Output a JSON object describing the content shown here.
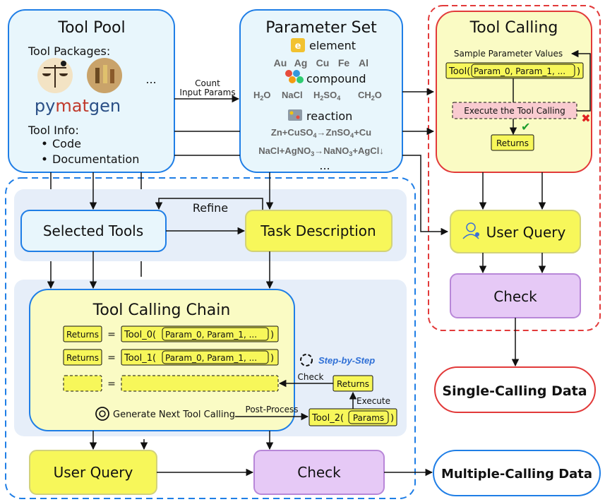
{
  "tool_pool": {
    "title": "Tool Pool",
    "packages_label": "Tool Packages:",
    "ellipsis": "...",
    "pymatgen_py": "py",
    "pymatgen_mat": "mat",
    "pymatgen_gen": "gen",
    "info_label": "Tool Info:",
    "info_items": [
      "Code",
      "Documentation"
    ]
  },
  "count_label": [
    "Count",
    "Input Params"
  ],
  "parameter_set": {
    "title": "Parameter Set",
    "element_label": "element",
    "elements": [
      "Au",
      "Ag",
      "Cu",
      "Fe",
      "Al"
    ],
    "compound_label": "compound",
    "compounds": [
      "H2O",
      "NaCl",
      "H2SO4",
      "CH2O"
    ],
    "reaction_label": "reaction",
    "reaction_1": "Zn+CuSO4→ZnSO4+Cu",
    "reaction_2": "NaCl+AgNO3→NaNO3+AgCl↓",
    "ellipsis": "..."
  },
  "tool_calling": {
    "title": "Tool Calling",
    "sample_label": "Sample Parameter Values",
    "tool_call": "Tool(",
    "tool_params": "Param_0, Param_1, ...",
    "tool_close": ")",
    "execute_label": "Execute the Tool Calling",
    "returns_label": "Returns"
  },
  "selected_tools": "Selected Tools",
  "refine_label": "Refine",
  "task_description": "Task Description",
  "user_query_right": "User Query",
  "check_right": "Check",
  "single_calling_data": "Single-Calling Data",
  "chain": {
    "title": "Tool Calling Chain",
    "returns": "Returns",
    "equals": "=",
    "tool_0": "Tool_0(",
    "tool_1": "Tool_1(",
    "params": "Param_0, Param_1, ...",
    "close": ")",
    "step_by_step": "Step-by-Step",
    "check_label": "Check",
    "execute_label": "Execute",
    "generate_label": "Generate Next Tool Calling",
    "post_process": "Post-Process",
    "tool_2": "Tool_2(",
    "tool_2_params": "Params",
    "tool_2_close": ")"
  },
  "user_query_bottom": "User Query",
  "check_bottom": "Check",
  "multiple_calling_data": "Multiple-Calling Data",
  "colors": {
    "blue_border": "#1f7ee6",
    "yellow_fill": "#fafbc4",
    "bright_yellow": "#f7f75a",
    "purple_fill": "#e6c9f6",
    "red_border": "#e23a3a",
    "pool_fill": "#e8f6fc"
  }
}
